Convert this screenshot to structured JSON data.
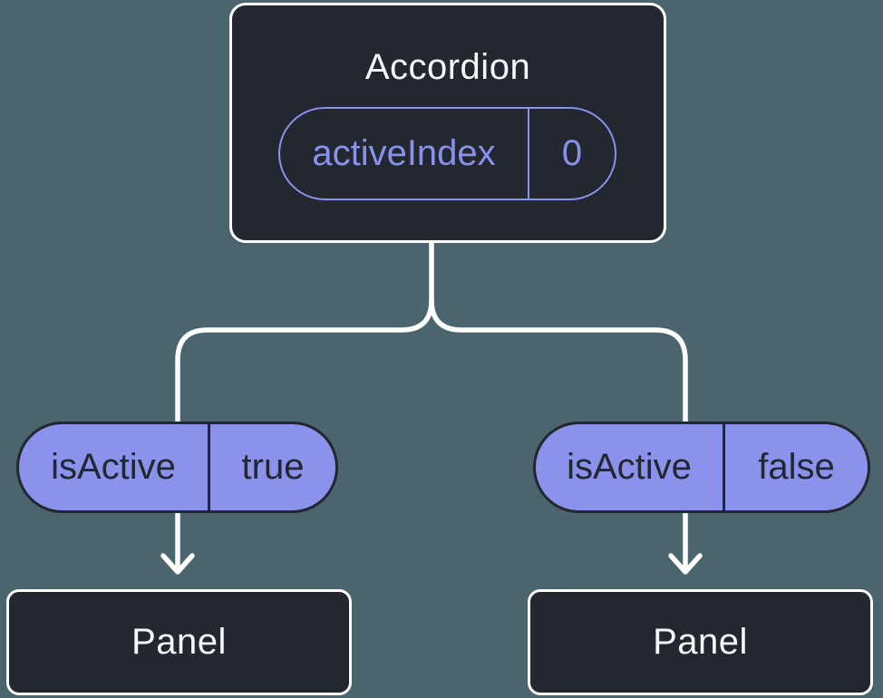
{
  "colors": {
    "background": "#4A656E",
    "node_fill": "#23272F",
    "node_border": "#FFFFFF",
    "connector": "#FFFFFF",
    "pill_fill": "#8B92EC",
    "purple_accent": "#8891EC",
    "node_text": "#F6F7F9",
    "pill_text": "#23272F"
  },
  "root_node": {
    "title": "Accordion",
    "state": {
      "name": "activeIndex",
      "value": "0"
    }
  },
  "branches": [
    {
      "prop": {
        "name": "isActive",
        "value": "true"
      },
      "child": {
        "title": "Panel"
      }
    },
    {
      "prop": {
        "name": "isActive",
        "value": "false"
      },
      "child": {
        "title": "Panel"
      }
    }
  ]
}
